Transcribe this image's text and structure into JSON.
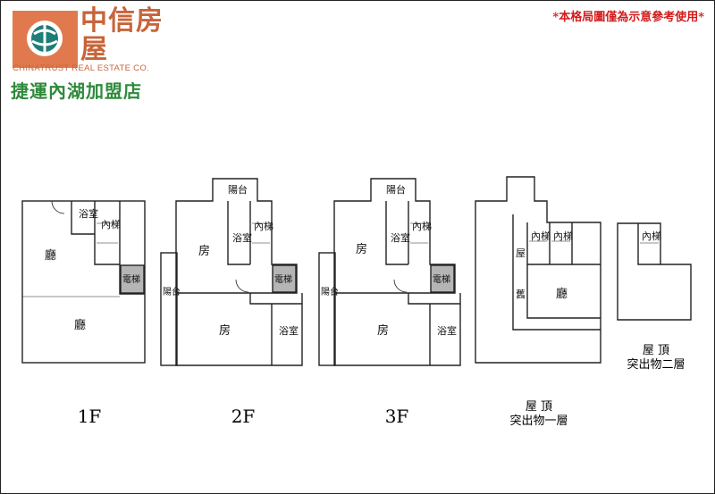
{
  "header": {
    "brand_cn": "中信房屋",
    "brand_en": "CHINATRUST REAL ESTATE CO.",
    "branch": "捷運內湖加盟店",
    "disclaimer": "*本格局圖僅為示意參考使用*"
  },
  "colors": {
    "brand": "#e07a4e",
    "branch_text": "#2f8a3c",
    "disclaimer": "#d21c1c",
    "elevator_fill": "#b5b5b5"
  },
  "rooms": {
    "living": "廳",
    "bath": "浴室",
    "stair": "內梯",
    "elevator": "電梯",
    "bedroom": "房",
    "balcony": "陽台",
    "roof_house": "屋",
    "storage": "舊"
  },
  "floors": {
    "f1": "1F",
    "f2": "2F",
    "f3": "3F",
    "roof1_a": "屋 頂",
    "roof1_b": "突出物一層",
    "roof2_a": "屋 頂",
    "roof2_b": "突出物二層"
  }
}
